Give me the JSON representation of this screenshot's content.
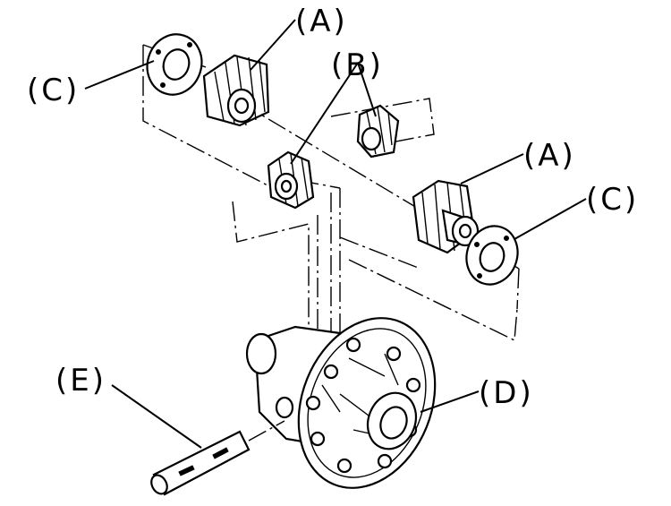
{
  "labels": {
    "A_top": "(A)",
    "A_right": "(A)",
    "B": "(B)",
    "C_left": "(C)",
    "C_right": "(C)",
    "D": "(D)",
    "E": "(E)"
  }
}
